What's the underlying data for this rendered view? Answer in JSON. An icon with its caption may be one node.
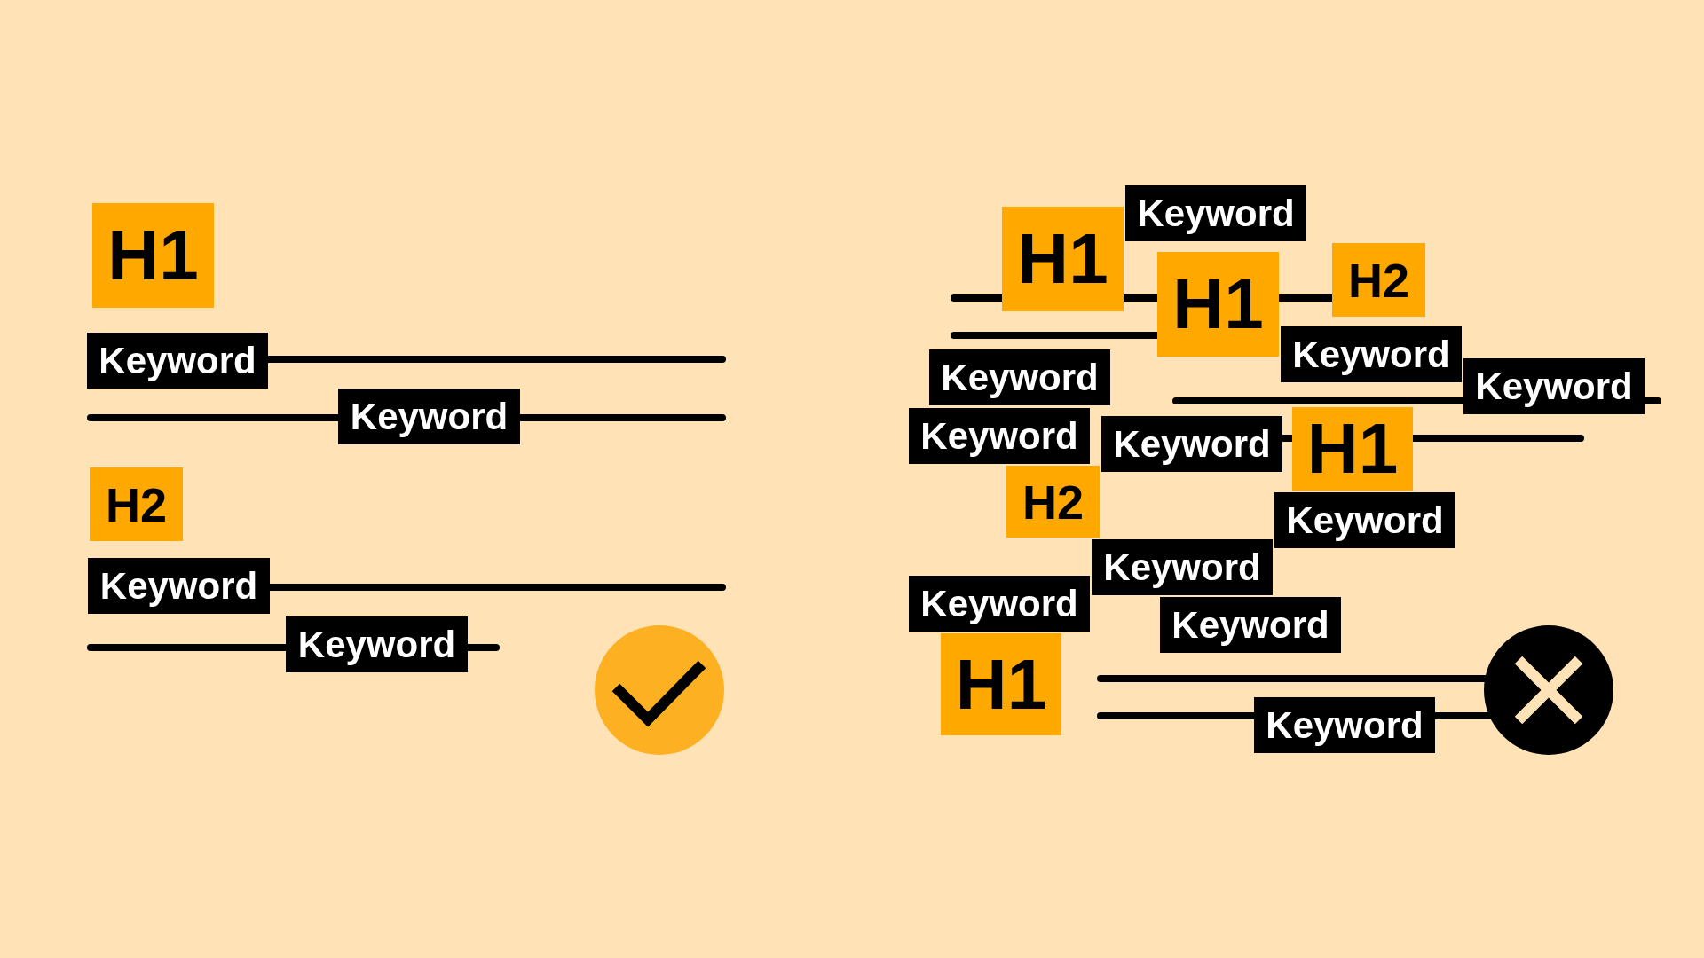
{
  "diagram": {
    "nodes": [
      {
        "text": [
          "H1"
        ]
      },
      {
        "text": [
          "Keyword"
        ]
      },
      {
        "text": [
          "Keyword"
        ]
      },
      {
        "text": [
          "H2"
        ]
      },
      {
        "text": [
          "Keyword"
        ]
      },
      {
        "text": [
          "Keyword"
        ]
      },
      {
        "text": [
          "H1"
        ]
      },
      {
        "text": [
          "Keyword"
        ]
      },
      {
        "text": [
          "H1"
        ]
      },
      {
        "text": [
          "H2"
        ]
      },
      {
        "text": [
          "Keyword"
        ]
      },
      {
        "text": [
          "Keyword"
        ]
      },
      {
        "text": [
          "Keyword"
        ]
      },
      {
        "text": [
          "Keyword"
        ]
      },
      {
        "text": [
          "Keyword"
        ]
      },
      {
        "text": [
          "H1"
        ]
      },
      {
        "text": [
          "H2"
        ]
      },
      {
        "text": [
          "Keyword"
        ]
      },
      {
        "text": [
          "Keyword"
        ]
      },
      {
        "text": [
          "Keyword"
        ]
      },
      {
        "text": [
          "Keyword"
        ]
      },
      {
        "text": [
          "H1"
        ]
      },
      {
        "text": [
          "Keyword"
        ]
      }
    ]
  }
}
